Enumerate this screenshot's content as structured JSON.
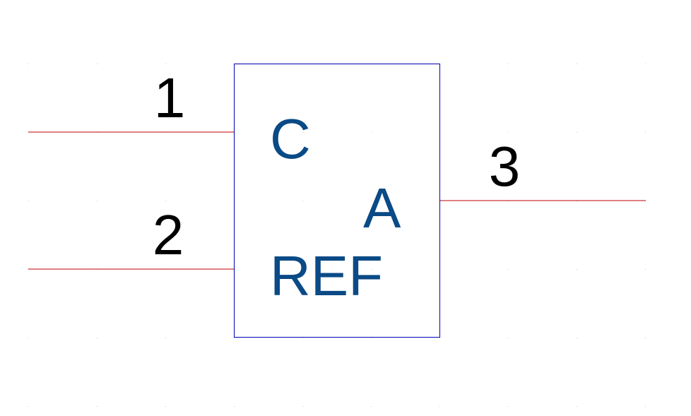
{
  "colors": {
    "background": "#ffffff",
    "pin_wire": "#c00000",
    "body_outline": "#0000b0",
    "body_label": "#0a4a86",
    "pin_number": "#000000",
    "grid_dot": "#c8c8c8"
  },
  "component": {
    "labels": {
      "cathode": "C",
      "anode": "A",
      "ref": "REF"
    },
    "pins": [
      {
        "number": "1"
      },
      {
        "number": "2"
      },
      {
        "number": "3"
      }
    ]
  }
}
